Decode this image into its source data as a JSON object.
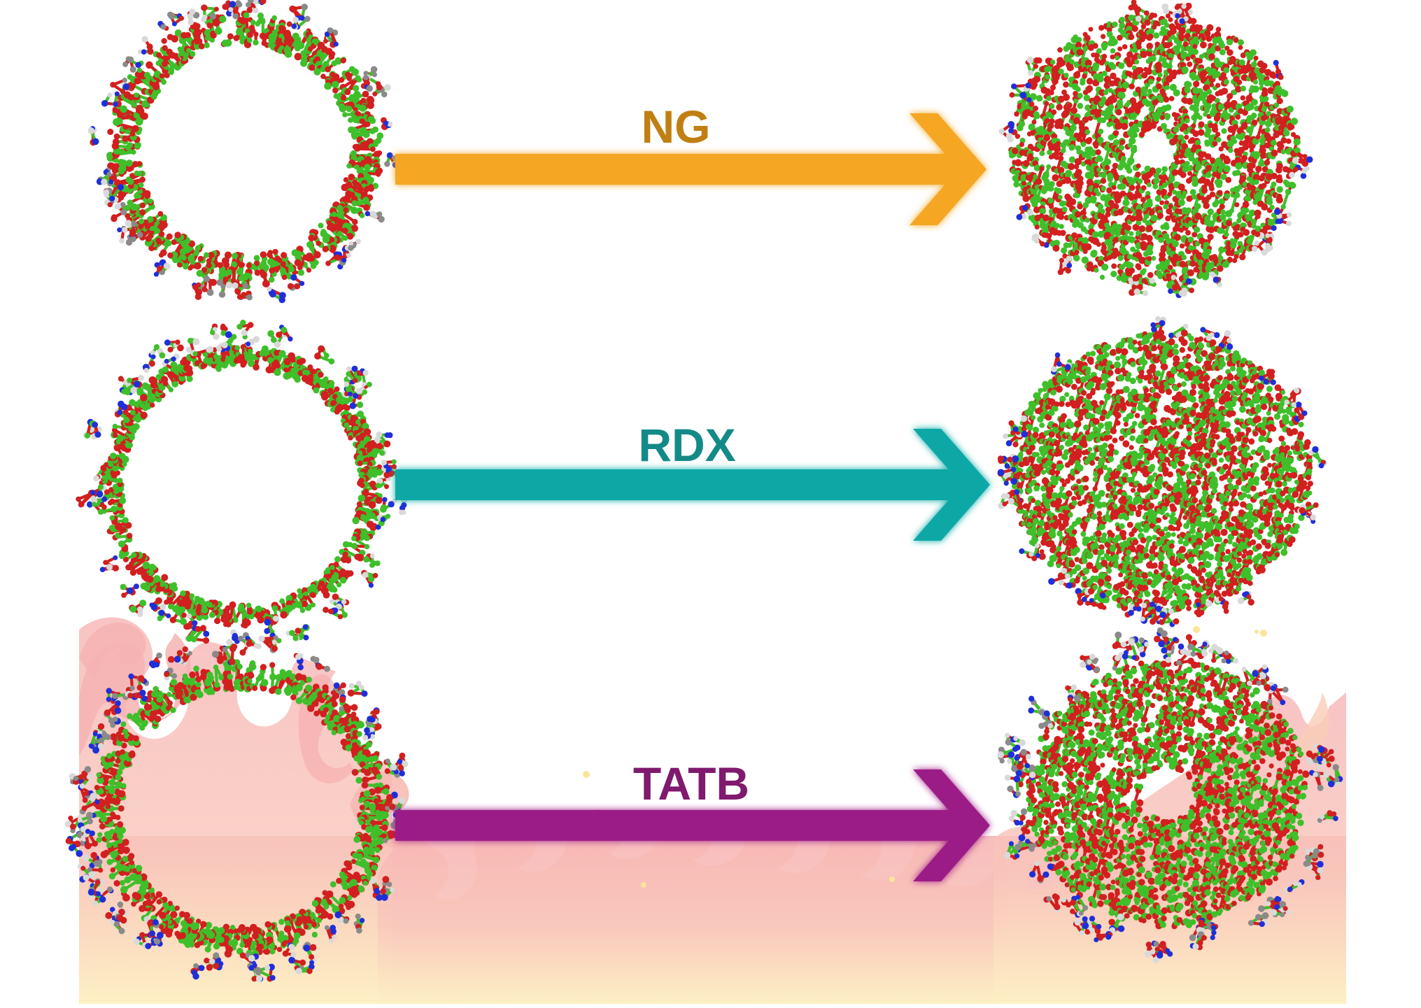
{
  "rows": [
    {
      "label": "NG",
      "color": "#f5a623",
      "text_color": "#c07f12"
    },
    {
      "label": "RDX",
      "color": "#0aa8a6",
      "text_color": "#138a88"
    },
    {
      "label": "TATB",
      "color": "#9b1f86",
      "text_color": "#7f1a6e"
    }
  ],
  "atom_colors": {
    "carbon": "#3fbf2a",
    "oxygen": "#d21f1f",
    "nitrogen": "#1f2fd8",
    "hydrogen": "#d9d9d9",
    "gray_carbon": "#8a8a8a"
  },
  "flame_colors": [
    "#f7b7b7",
    "#fbd6c8",
    "#fdeec0"
  ]
}
